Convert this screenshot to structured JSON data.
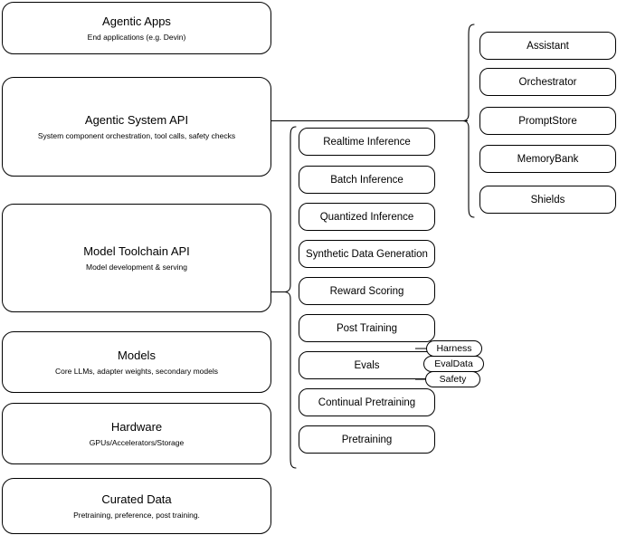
{
  "diagram": {
    "kind": "layered-architecture-diagram",
    "background_color": "#ffffff",
    "stroke_color": "#000000",
    "layers": [
      {
        "id": "agentic-apps",
        "title": "Agentic Apps",
        "subtitle": "End applications (e.g. Devin)"
      },
      {
        "id": "agentic-system-api",
        "title": "Agentic System API",
        "subtitle": "System component orchestration, tool calls, safety checks"
      },
      {
        "id": "model-toolchain-api",
        "title": "Model Toolchain API",
        "subtitle": "Model development & serving"
      },
      {
        "id": "models",
        "title": "Models",
        "subtitle": "Core LLMs, adapter weights, secondary models"
      },
      {
        "id": "hardware",
        "title": "Hardware",
        "subtitle": "GPUs/Accelerators/Storage"
      },
      {
        "id": "curated-data",
        "title": "Curated Data",
        "subtitle": "Pretraining, preference, post training."
      }
    ],
    "toolchain_capabilities": [
      {
        "id": "realtime-inference",
        "label": "Realtime Inference"
      },
      {
        "id": "batch-inference",
        "label": "Batch Inference"
      },
      {
        "id": "quantized-inference",
        "label": "Quantized Inference"
      },
      {
        "id": "synthetic-data-generation",
        "label": "Synthetic Data Generation"
      },
      {
        "id": "reward-scoring",
        "label": "Reward Scoring"
      },
      {
        "id": "post-training",
        "label": "Post Training"
      },
      {
        "id": "evals",
        "label": "Evals"
      },
      {
        "id": "continual-pretraining",
        "label": "Continual Pretraining"
      },
      {
        "id": "pretraining",
        "label": "Pretraining"
      }
    ],
    "system_components": [
      {
        "id": "assistant",
        "label": "Assistant"
      },
      {
        "id": "orchestrator",
        "label": "Orchestrator"
      },
      {
        "id": "promptstore",
        "label": "PromptStore"
      },
      {
        "id": "memorybank",
        "label": "MemoryBank"
      },
      {
        "id": "shields",
        "label": "Shields"
      }
    ],
    "eval_pills": [
      {
        "id": "harness",
        "label": "Harness"
      },
      {
        "id": "evaldata",
        "label": "EvalData"
      },
      {
        "id": "safety",
        "label": "Safety"
      }
    ]
  }
}
